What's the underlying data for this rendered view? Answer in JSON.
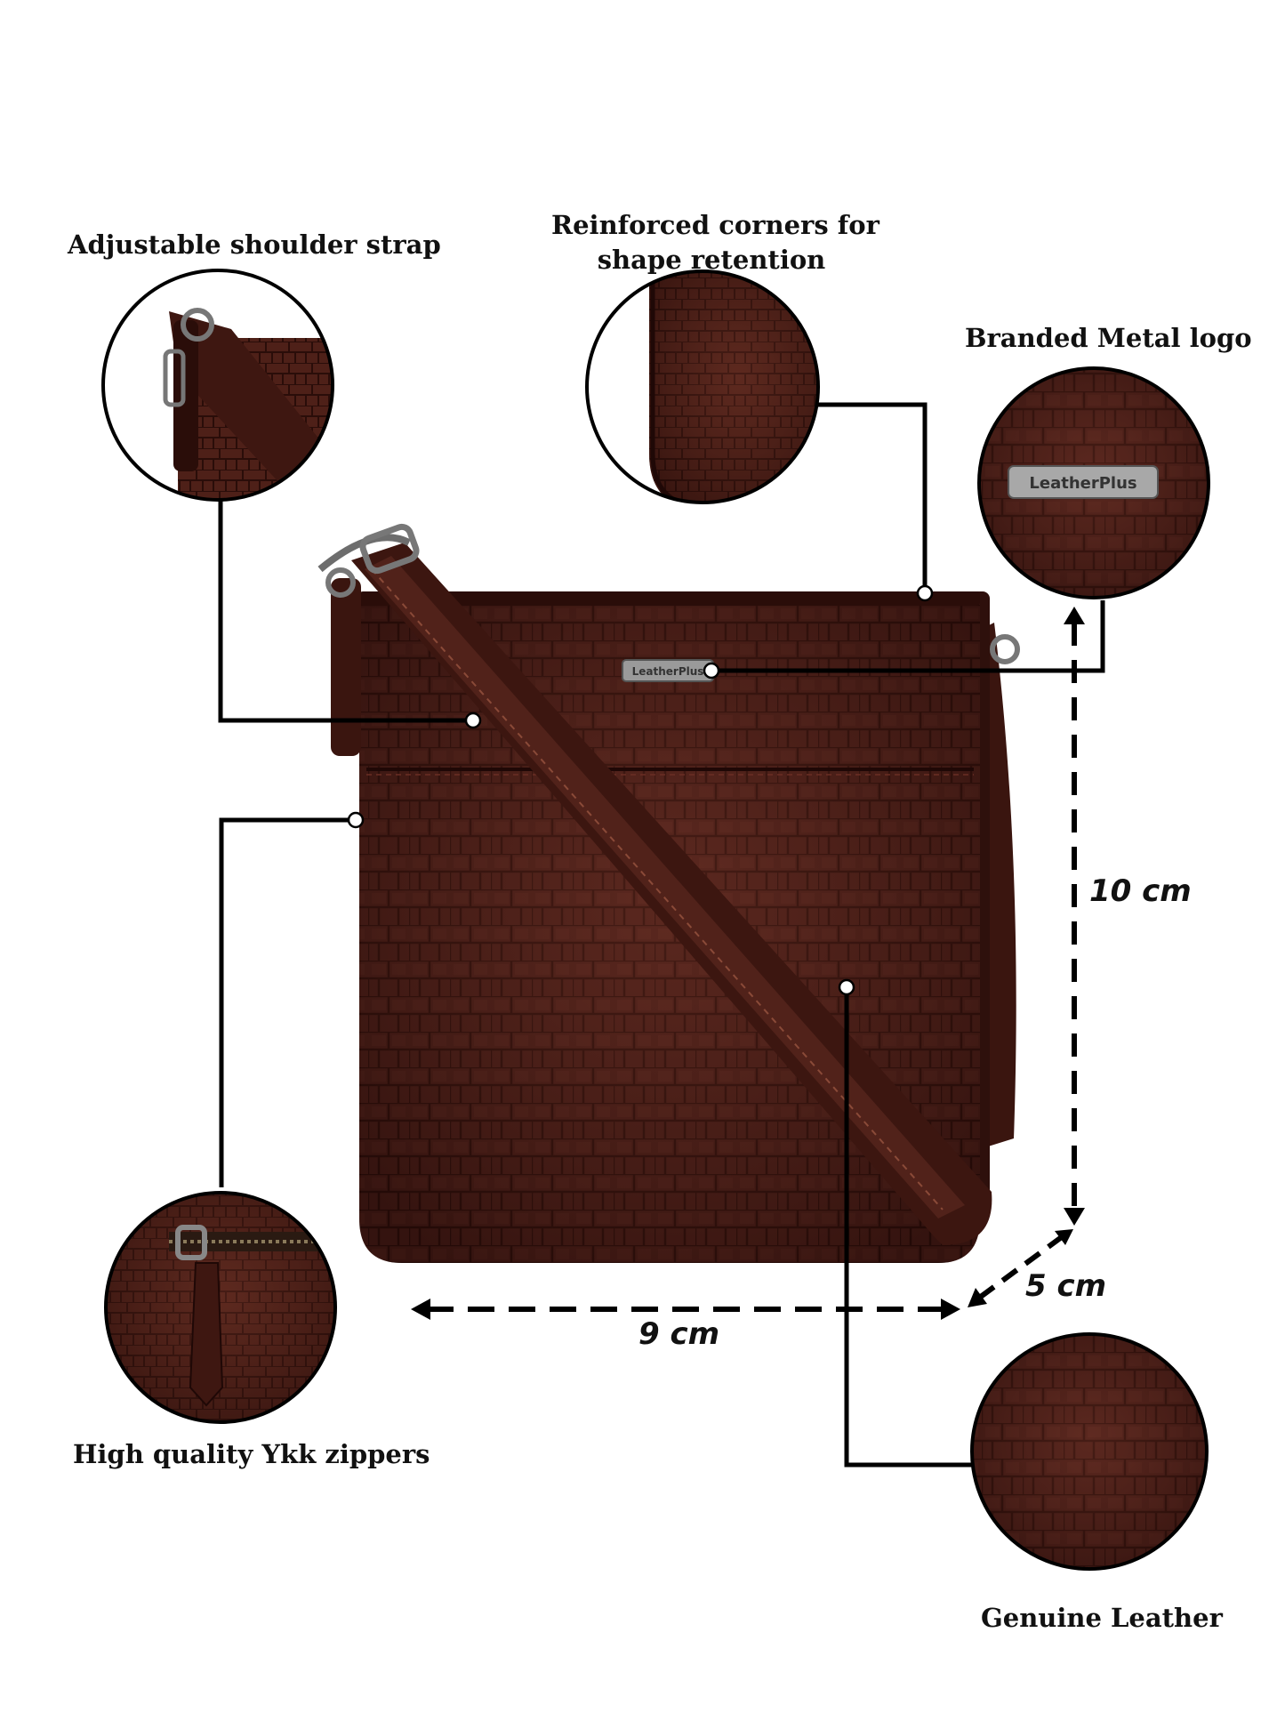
{
  "features": {
    "strap": "Adjustable shoulder strap",
    "corners_line1": "Reinforced corners for",
    "corners_line2": "shape retention",
    "logo": "Branded Metal logo",
    "zippers": "High quality Ykk zippers",
    "leather": "Genuine Leather"
  },
  "brand": {
    "logo_text": "LeatherPlus"
  },
  "dimensions": {
    "height": "10 cm",
    "depth": "5 cm",
    "width": "9 cm"
  },
  "colors": {
    "leather": "#4a1e18",
    "leather_dark": "#2e100c",
    "leather_light": "#6a2e24",
    "metal": "#8a8a8a"
  }
}
